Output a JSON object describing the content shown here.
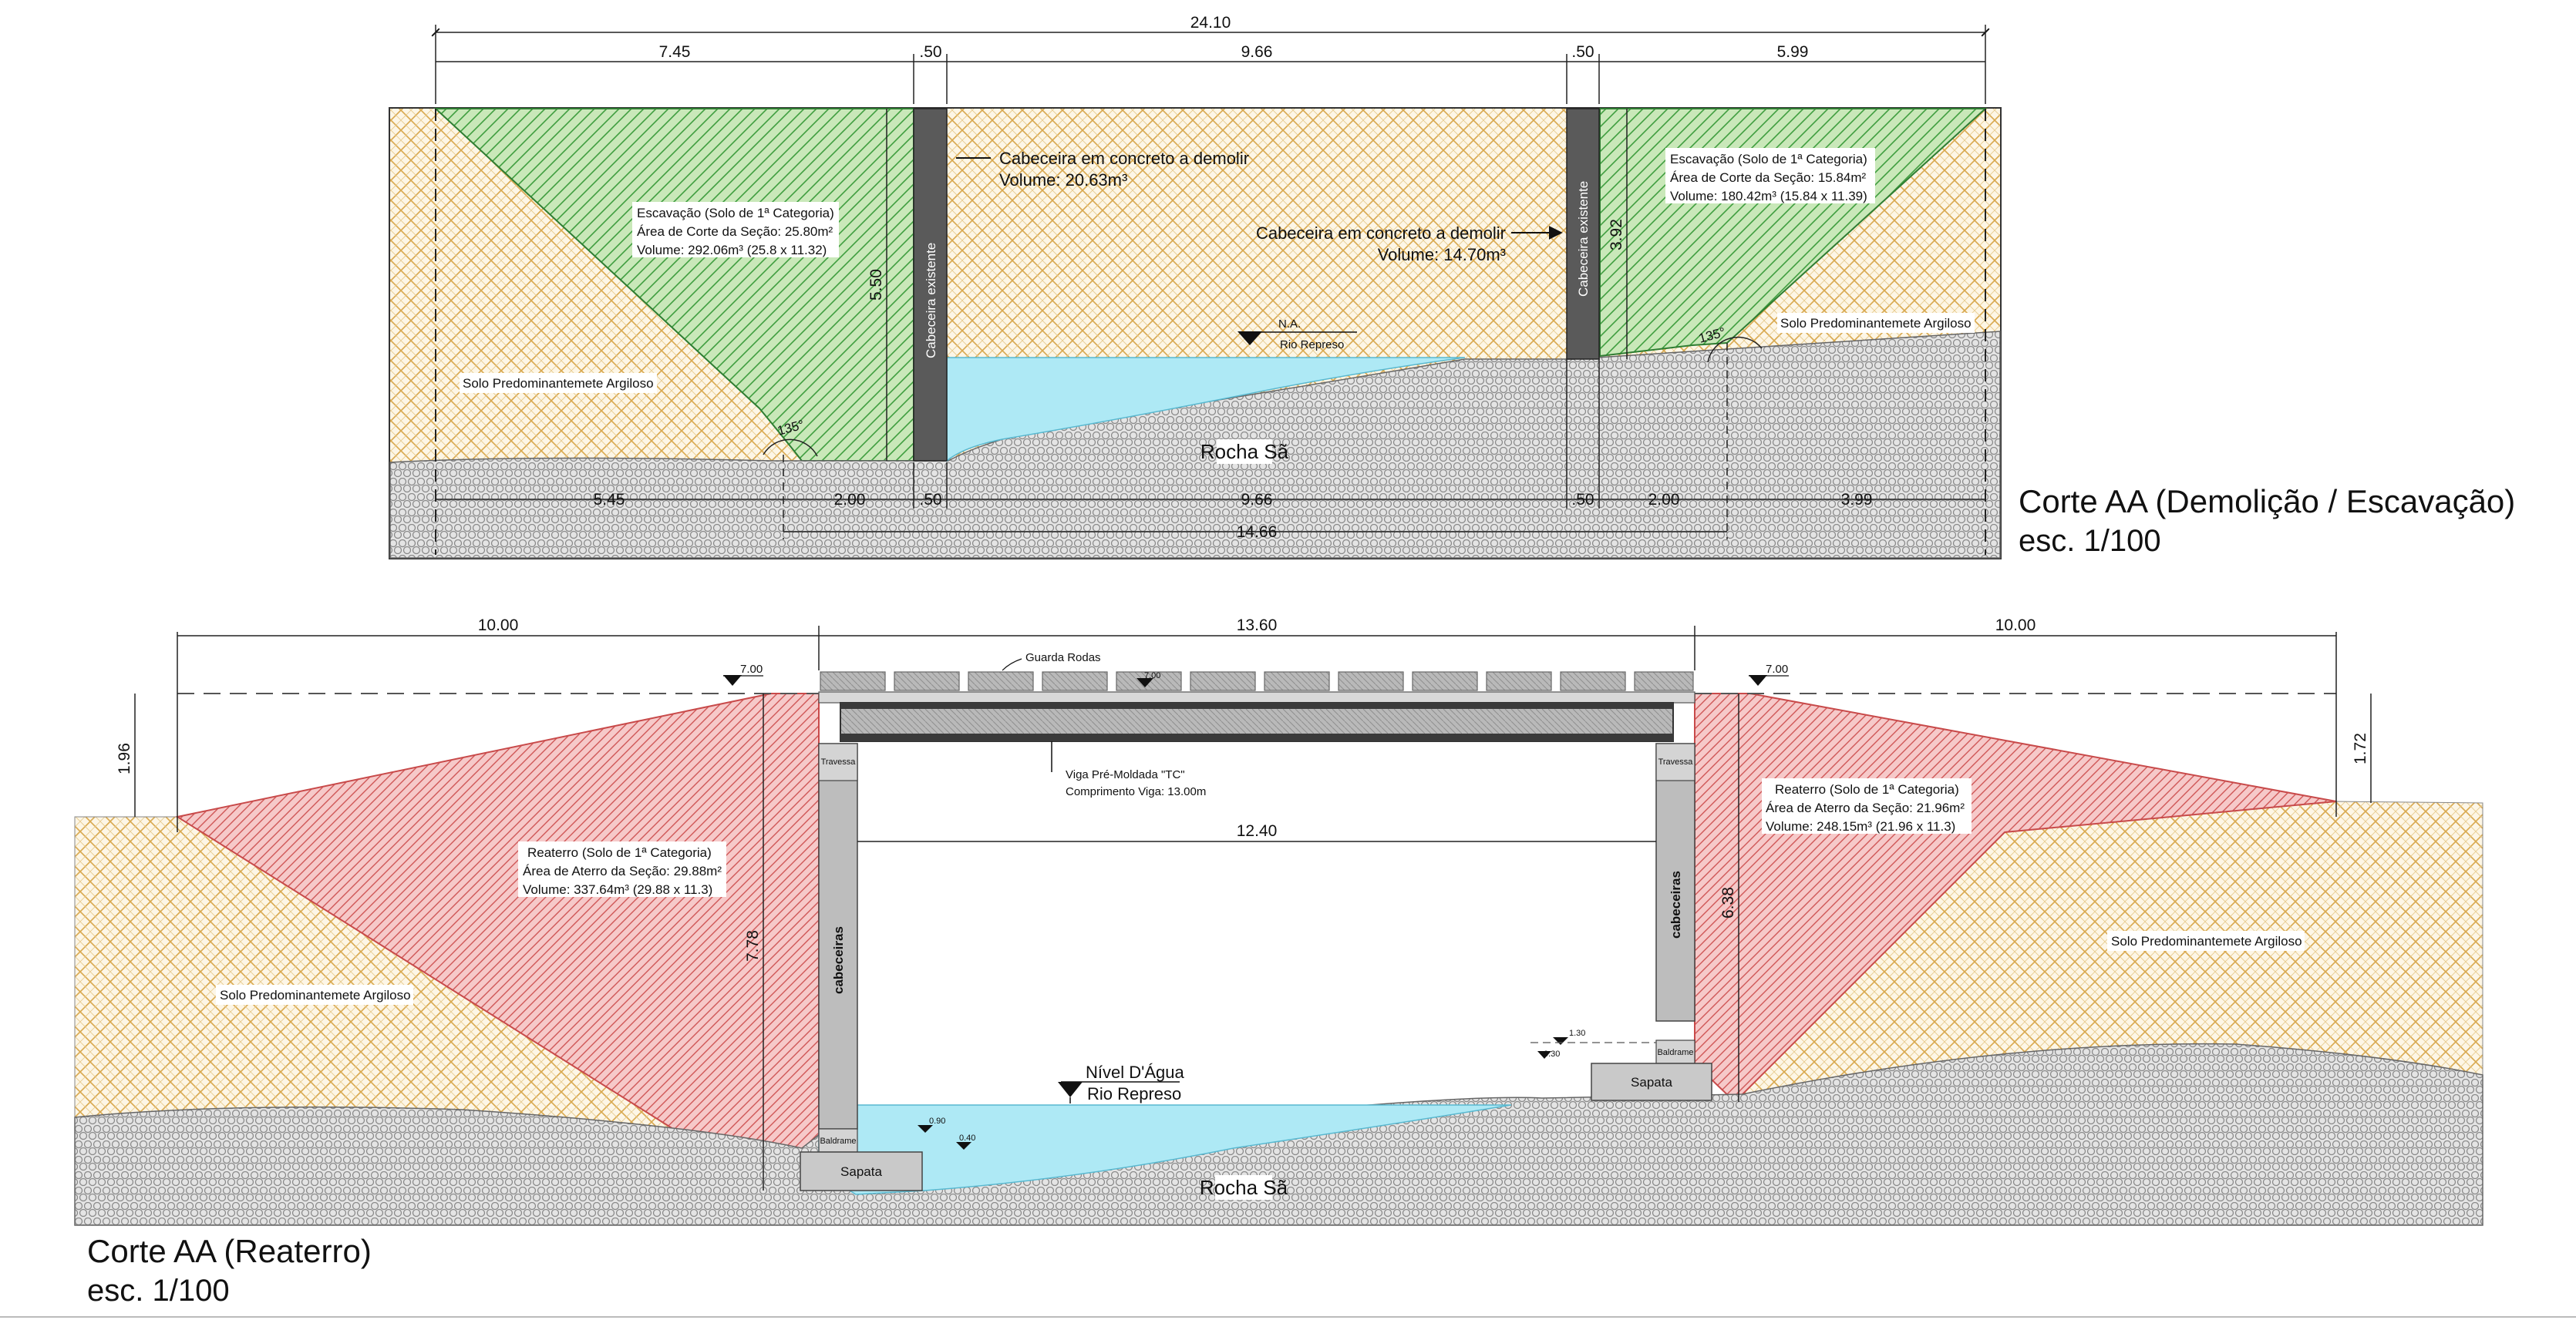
{
  "top": {
    "title": "Corte AA (Demolição / Escavação)",
    "scale": "esc. 1/100",
    "dims_top": {
      "overall": "24.10",
      "left": "7.45",
      "wall_left": ".50",
      "span": "9.66",
      "wall_right": ".50",
      "right": "5.99"
    },
    "dims_bottom": {
      "a": "5.45",
      "b": "2.00",
      "c": ".50",
      "d": "9.66",
      "e": ".50",
      "f": "2.00",
      "g": "3.99",
      "total": "14.66"
    },
    "wall_heights": {
      "left": "5.50",
      "right": "3.92"
    },
    "abutment_label": "Cabeceira existente",
    "demolish_left": {
      "line1": "Cabeceira em concreto a demolir",
      "line2": "Volume: 20.63m³"
    },
    "demolish_right": {
      "line1": "Cabeceira em concreto a demolir",
      "line2": "Volume: 14.70m³"
    },
    "excav_left": {
      "line1": "Escavação (Solo de 1ª Categoria)",
      "line2": "Área de Corte da Seção: 25.80m²",
      "line3": "Volume: 292.06m³ (25.8 x 11.32)"
    },
    "excav_right": {
      "line1": "Escavação (Solo de 1ª Categoria)",
      "line2": "Área de Corte da Seção: 15.84m²",
      "line3": "Volume: 180.42m³ (15.84 x 11.39)"
    },
    "angle": "135°",
    "soil": "Solo Predominantemete Argiloso",
    "rock": "Rocha Sã",
    "water_level": {
      "line1": "N.A.",
      "line2": "Rio Represo"
    }
  },
  "bottom": {
    "title": "Corte AA (Reaterro)",
    "scale": "esc. 1/100",
    "dims_top": {
      "left": "10.00",
      "deck": "13.60",
      "right": "10.00"
    },
    "clear_span": "12.40",
    "heights": {
      "left_fill": "1.96",
      "left_abut": "7.78",
      "right_abut": "6.38",
      "right_fill": "1.72"
    },
    "elev_top": "7.00",
    "elev_misc": {
      "a": "0.90",
      "b": "0.40",
      "c": "1.30",
      "d": "0.30"
    },
    "guard_rail": "Guarda Rodas",
    "beam": {
      "line1": "Viga Pré-Moldada \"TC\"",
      "line2": "Comprimento Viga: 13.00m"
    },
    "transverse": "Travessa",
    "abutment": "cabeceiras",
    "bottom_beam": "Baldrame",
    "footing": "Sapata",
    "fill_left": {
      "line1": "Reaterro (Solo de 1ª Categoria)",
      "line2": "Área de Aterro da Seção: 29.88m²",
      "line3": "Volume: 337.64m³ (29.88 x 11.3)"
    },
    "fill_right": {
      "line1": "Reaterro (Solo de 1ª Categoria)",
      "line2": "Área de Aterro da Seção: 21.96m²",
      "line3": "Volume: 248.15m³ (21.96 x 11.3)"
    },
    "soil": "Solo Predominantemete Argiloso",
    "rock": "Rocha Sã",
    "water_level": {
      "line1": "Nível D'Água",
      "line2": "Rio Represo"
    }
  },
  "colors": {
    "excavation": "#4caf50",
    "fill": "#e57373",
    "soil": "#e0b060",
    "water": "#aee9f5",
    "rock": "#c8c8c8",
    "concrete": "#5a5a5a"
  }
}
